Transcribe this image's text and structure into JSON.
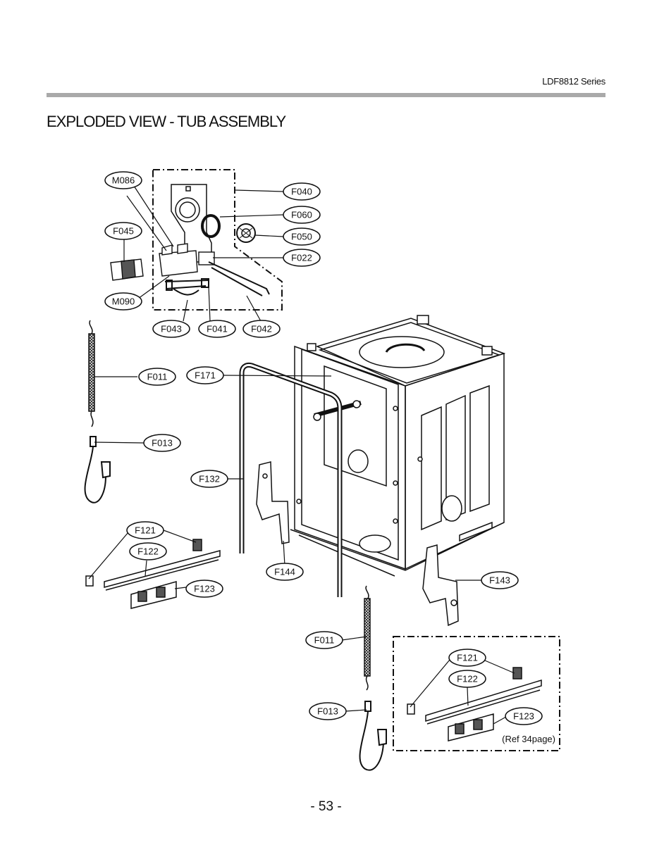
{
  "header": {
    "series": "LDF8812 Series",
    "title": "EXPLODED VIEW - TUB ASSEMBLY"
  },
  "callouts": {
    "m086": "M086",
    "f040": "F040",
    "f060": "F060",
    "f045": "F045",
    "f050": "F050",
    "f022": "F022",
    "m090": "M090",
    "f043": "F043",
    "f041": "F041",
    "f042": "F042",
    "f011_left": "F011",
    "f171": "F171",
    "f013_left": "F013",
    "f132": "F132",
    "f121_left": "F121",
    "f122_left": "F122",
    "f123_left": "F123",
    "f144": "F144",
    "f143": "F143",
    "f011_bottom": "F011",
    "f121_right": "F121",
    "f122_right": "F122",
    "f013_bottom": "F013",
    "f123_right": "F123"
  },
  "reference_note": "(Ref 34page)",
  "footer": {
    "page_number": "- 53 -"
  }
}
